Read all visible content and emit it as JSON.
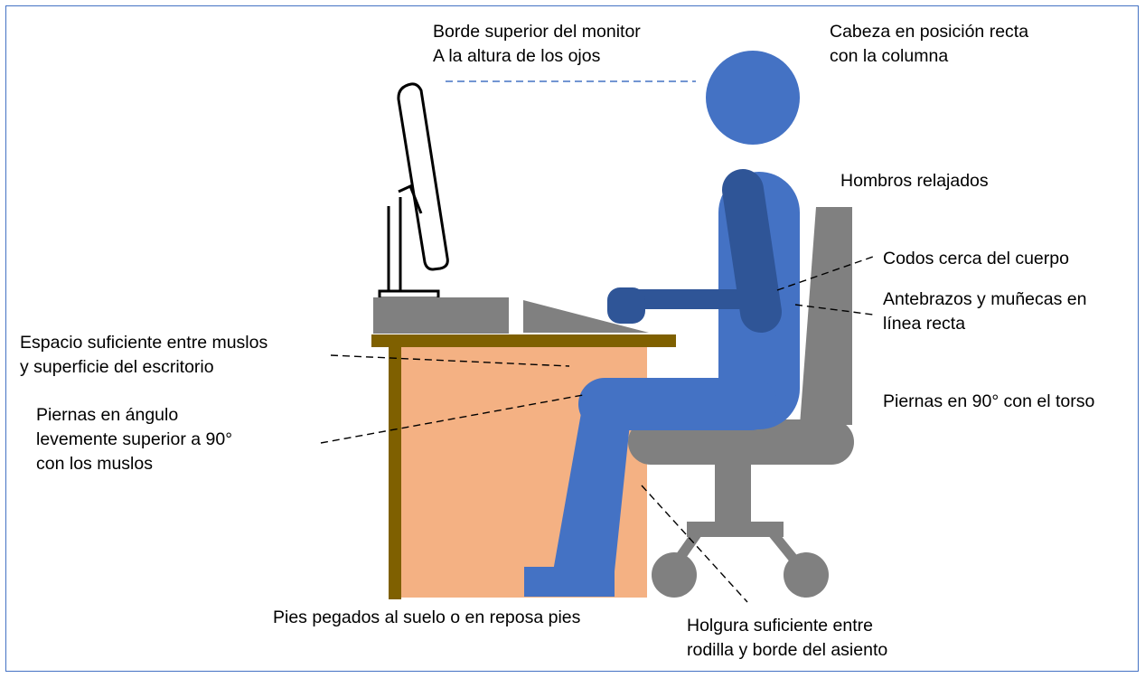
{
  "labels": {
    "monitor_edge": [
      "Borde superior del monitor",
      "A la altura de los ojos"
    ],
    "head": [
      "Cabeza en posición recta",
      "con la columna"
    ],
    "shoulders": [
      "Hombros relajados"
    ],
    "elbows": [
      "Codos cerca del cuerpo"
    ],
    "forearms": [
      "Antebrazos y muñecas en",
      "línea recta"
    ],
    "thigh_space": [
      "Espacio suficiente entre muslos",
      "y superficie del escritorio"
    ],
    "legs_angle": [
      "Piernas en ángulo",
      "levemente superior a 90°",
      "con los muslos"
    ],
    "legs_torso": [
      "Piernas en 90° con el torso"
    ],
    "feet": [
      "Pies pegados al suelo o en reposa pies"
    ],
    "knee_gap": [
      "Holgura suficiente entre",
      "rodilla y borde del asiento"
    ]
  },
  "colors": {
    "frame": "#4472c4",
    "body": "#4472c4",
    "arm": "#2f5597",
    "chair": "#808080",
    "desk_wood": "#7f6000",
    "under_desk": "#f4b183",
    "device": "#808080",
    "eye_line": "#4472c4",
    "leader": "#000000"
  }
}
